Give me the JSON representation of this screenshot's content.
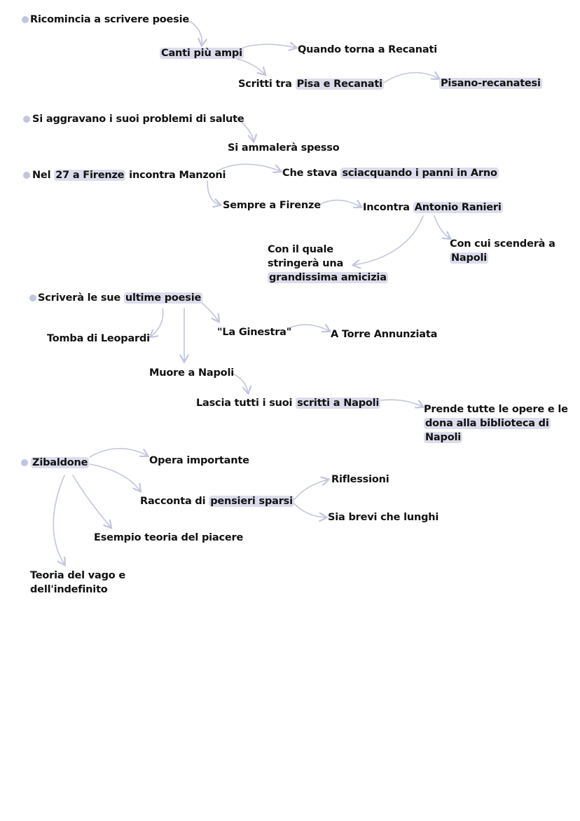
{
  "colors": {
    "highlight": "#dcdcec",
    "arrow": "#c3c5de",
    "text": "#111111",
    "bullet": "#c3c5de"
  },
  "nodes": {
    "ricomincia": "Ricomincia a scrivere poesie",
    "canti_piu_ampi": "Canti più ampi",
    "quando_torna": "Quando torna a Recanati",
    "scritti_pre": "Scritti tra ",
    "scritti_hl": "Pisa e Recanati",
    "pisano": "Pisano-recanatesi",
    "si_aggravano": "Si aggravano i suoi problemi di salute",
    "si_ammalera": "Si ammalerà spesso",
    "nel27_pre": "Nel ",
    "nel27_hl": "27 a Firenze",
    "nel27_post": " incontra Manzoni",
    "che_stava_pre": "Che stava ",
    "che_stava_hl": "sciacquando i panni in Arno",
    "sempre_firenze": "Sempre a Firenze",
    "incontra_pre": "Incontra ",
    "incontra_hl": "Antonio Ranieri",
    "con_cui_line1": "Con cui scenderà a",
    "con_cui_line2": "Napoli",
    "con_il_line1": "Con il quale",
    "con_il_line2": "stringerà una",
    "con_il_line3": "grandissima amicizia",
    "scrivera_pre": "Scriverà le sue ",
    "scrivera_hl": "ultime poesie",
    "tomba": "Tomba di Leopardi",
    "la_ginestra": "\"La Ginestra\"",
    "torre": "A Torre Annunziata",
    "muore": "Muore a Napoli",
    "lascia_pre": "Lascia tutti i suoi ",
    "lascia_hl": "scritti a Napoli",
    "prende_line1": "Prende tutte le opere e le",
    "prende_line2": "dona alla biblioteca di",
    "prende_line3": "Napoli",
    "zibaldone": "Zibaldone",
    "opera_importante": "Opera importante",
    "racconta_pre": "Racconta di ",
    "racconta_hl": "pensieri sparsi",
    "riflessioni": "Riflessioni",
    "sia_brevi": "Sia brevi che lunghi",
    "esempio": "Esempio teoria del piacere",
    "teoria_line1": "Teoria del vago e",
    "teoria_line2": "dell'indefinito"
  }
}
